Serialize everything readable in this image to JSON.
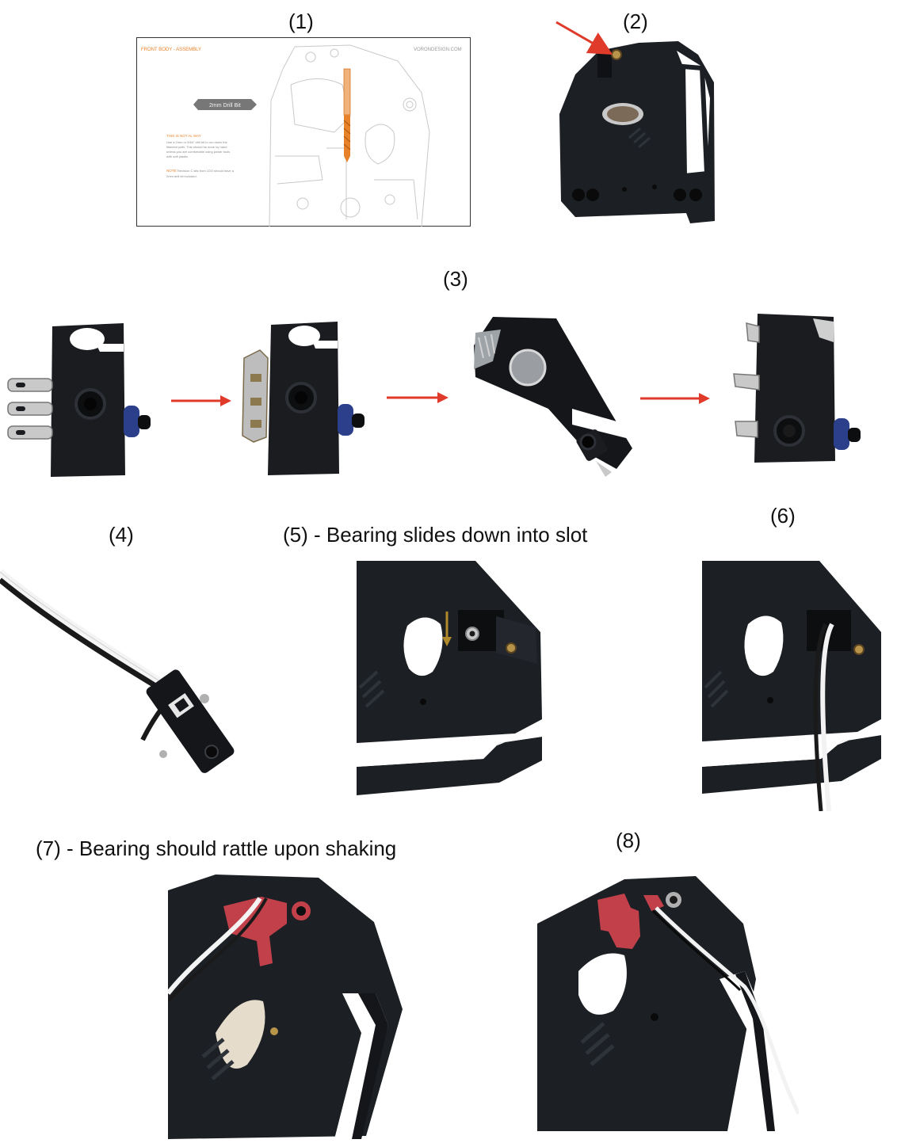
{
  "labels": {
    "step1": "(1)",
    "step2": "(2)",
    "step3": "(3)",
    "step4": "(4)",
    "step5": "(5) - Bearing slides down into slot",
    "step6": "(6)",
    "step7": "(7) - Bearing should rattle upon shaking",
    "step8": "(8)"
  },
  "doc_slide": {
    "heading": "FRONT BODY - ASSEMBLY",
    "site": "VORONDESIGN.COM",
    "tag": "2mm Drill Bit",
    "subheading": "THIS IS NOT AL WAY",
    "body_lines": [
      "Use a 2mm or 5/64\" drill bit to run down the",
      "filament path. This should be done by hand",
      "unless you are comfortable using power tools",
      "with soft plastic."
    ],
    "note_label": "NOTE:",
    "note_lines": [
      "Revision C kits from LDO should have a",
      "2mm drill bit included."
    ]
  },
  "colors": {
    "accent_orange": "#e8822a",
    "arrow_red": "#e03a2a",
    "plastic_black": "#1c1f24",
    "latch_red": "#c2404a",
    "bearing_arrow": "#b08a2a"
  }
}
